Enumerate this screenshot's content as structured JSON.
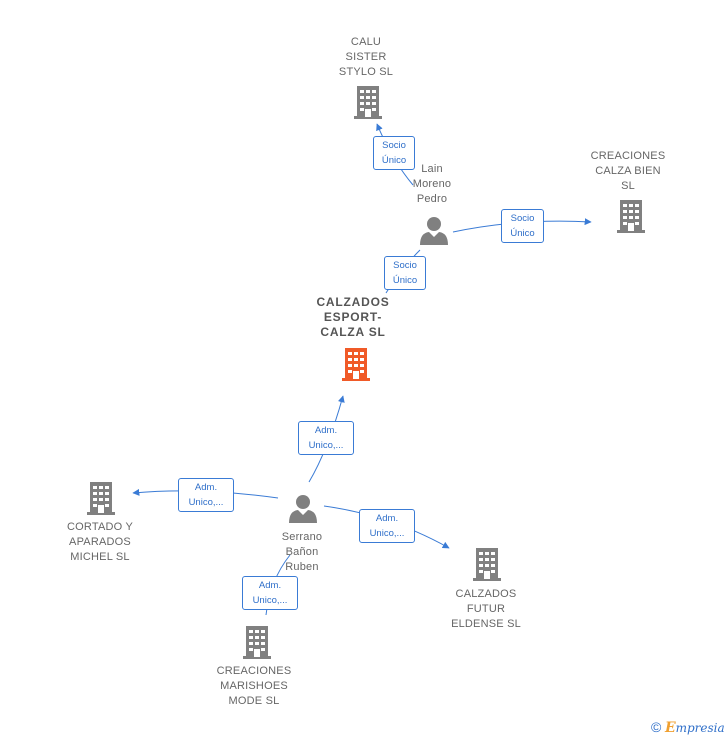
{
  "nodes": {
    "calu": {
      "label": "CALU\nSISTER\nSTYLO  SL"
    },
    "lain": {
      "label": "Lain\nMoreno\nPedro"
    },
    "creaciones_calza": {
      "label": "CREACIONES\nCALZA BIEN\nSL"
    },
    "calzados_esport": {
      "label": "CALZADOS\nESPORT-\nCALZA  SL"
    },
    "cortado": {
      "label": "CORTADO Y\nAPARADOS\nMICHEL  SL"
    },
    "serrano": {
      "label": "Serrano\nBañon\nRuben"
    },
    "calzados_futur": {
      "label": "CALZADOS\nFUTUR\nELDENSE  SL"
    },
    "marishoes": {
      "label": "CREACIONES\nMARISHOES\nMODE SL"
    }
  },
  "relations": {
    "lain_calu": "Socio\nÚnico",
    "lain_creaciones": "Socio\nÚnico",
    "lain_esport": "Socio\nÚnico",
    "serrano_esport": "Adm.\nUnico,...",
    "serrano_cortado": "Adm.\nUnico,...",
    "serrano_futur": "Adm.\nUnico,...",
    "serrano_marishoes": "Adm.\nUnico,..."
  },
  "colors": {
    "company": "#808080",
    "main_company": "#f05a28",
    "person": "#808080",
    "edge": "#3a7bd5"
  },
  "footer": {
    "copyright": "©",
    "brand_initial": "E",
    "brand_rest": "mpresia"
  }
}
